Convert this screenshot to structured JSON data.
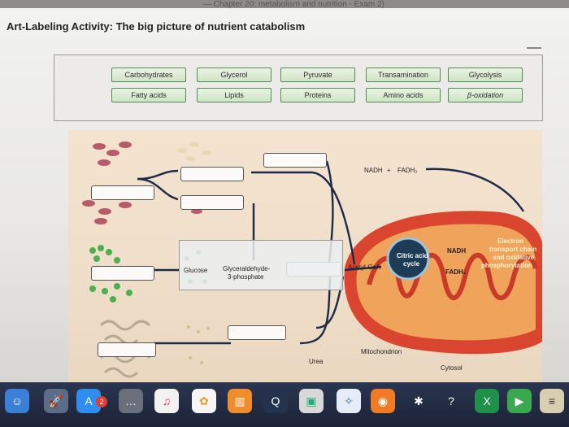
{
  "header": {
    "title": "Art-Labeling Activity: The big picture of nutrient catabolism",
    "top_fragment": "— Chapter 20: metabolism and nutrition - Exam 2)"
  },
  "label_bank": {
    "row1": [
      "Carbohydrates",
      "Glycerol",
      "Pyruvate",
      "Transamination",
      "Glycolysis"
    ],
    "row2": [
      "Fatty acids",
      "Lipids",
      "Proteins",
      "Amino acids",
      "β-oxidation"
    ]
  },
  "diagram": {
    "nadh_top": "NADH",
    "plus": "+",
    "fadh2_top": "FADH₂",
    "glucose": "Glucose",
    "g3p_line1": "Glyceraldehyde-",
    "g3p_line2": "3-phosphate",
    "acetyl_coa": "Acetyl-CoA",
    "citric_line1": "Citric acid",
    "citric_line2": "cycle",
    "nadh_right": "NADH",
    "fadh2_right": "FADH₂",
    "etc_line1": "Electron",
    "etc_line2": "transport chain",
    "etc_line3": "and oxidative",
    "etc_line4": "phosphorylation",
    "mitochondrion": "Mitochondrion",
    "urea": "Urea",
    "cytosol": "Cytosol"
  },
  "dock": {
    "badge": "2",
    "icons": [
      "finder-icon",
      "launchpad-icon",
      "app-store-icon",
      "more-icon",
      "music-icon",
      "photos-icon",
      "books-icon",
      "quicktime-icon",
      "preview-icon",
      "safari-icon",
      "firefox-icon",
      "bluetooth-icon",
      "help-icon",
      "excel-icon",
      "facetime-icon"
    ]
  },
  "colors": {
    "chip_border": "#4f8f4a",
    "chip_fill": "#dcebd5",
    "mito_outer": "#d9452e",
    "mito_inner": "#f0a35a",
    "citric_circle": "#1f3c57",
    "canvas_bg": "#f1e0cb"
  }
}
